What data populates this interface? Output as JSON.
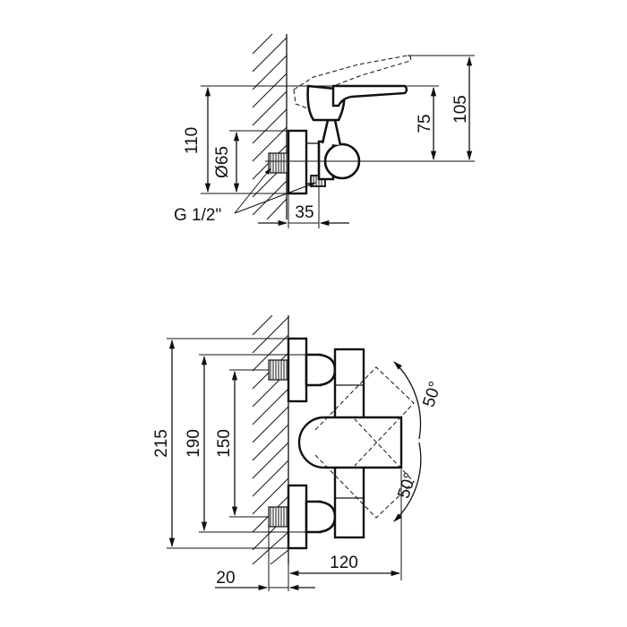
{
  "side_view": {
    "dims": {
      "height_110": "110",
      "diameter_65": "Ø65",
      "height_75": "75",
      "height_105": "105",
      "width_35": "35",
      "thread_label": "G 1/2\""
    }
  },
  "front_view": {
    "dims": {
      "height_215": "215",
      "height_190": "190",
      "spacing_150": "150",
      "angle_upper": "50°",
      "angle_lower": "50°",
      "width_20": "20",
      "width_120": "120"
    }
  }
}
